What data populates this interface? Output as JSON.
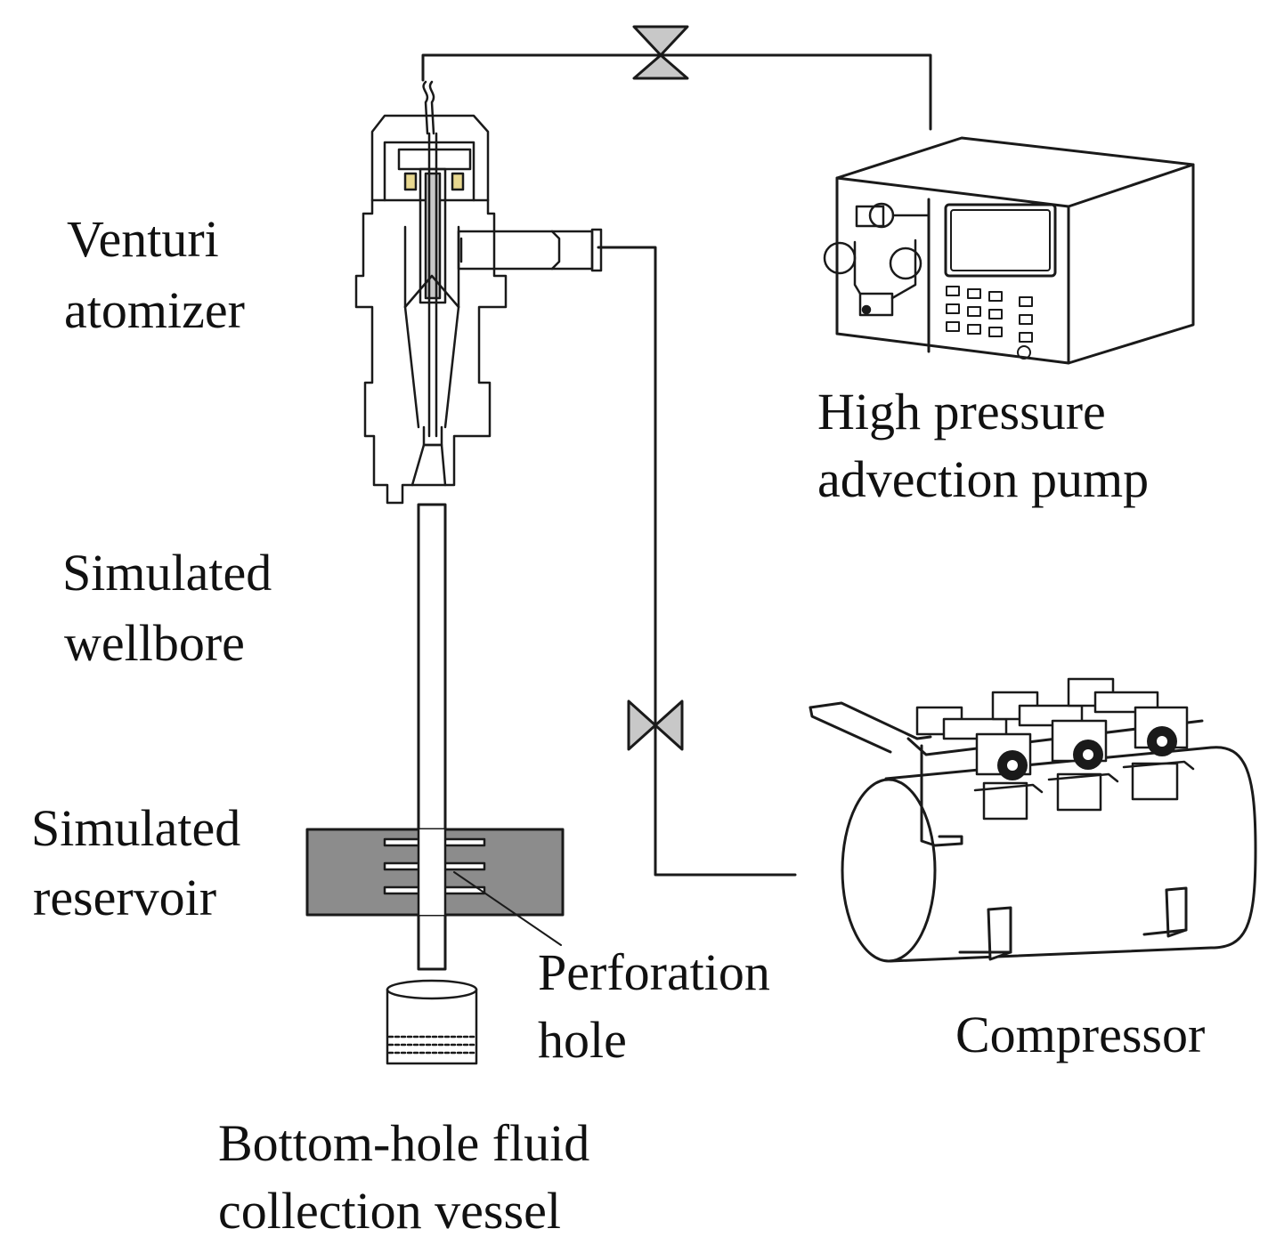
{
  "labels": {
    "venturi_line1": "Venturi",
    "venturi_line2": "atomizer",
    "pump_line1": "High pressure",
    "pump_line2": "advection pump",
    "wellbore_line1": "Simulated",
    "wellbore_line2": "wellbore",
    "reservoir_line1": "Simulated",
    "reservoir_line2": "reservoir",
    "perforation_line1": "Perforation",
    "perforation_line2": "hole",
    "compressor": "Compressor",
    "vessel_line1": "Bottom-hole fluid",
    "vessel_line2": "collection vessel"
  },
  "colors": {
    "line": "#1a1a1a",
    "reservoir_fill": "#8c8c8c",
    "valve_fill": "#c8c8c8",
    "background": "#ffffff"
  }
}
